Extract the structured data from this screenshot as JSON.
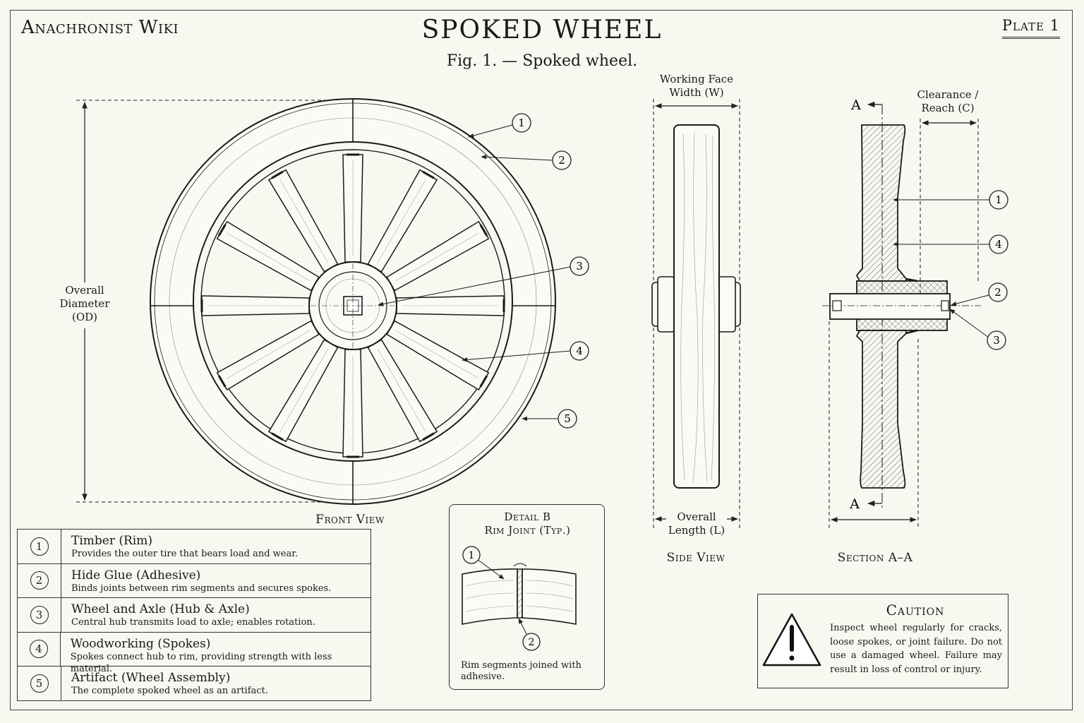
{
  "header": {
    "brand": "Anachronist Wiki",
    "title": "SPOKED WHEEL",
    "subtitle": "Fig. 1. — Spoked wheel.",
    "plate": "Plate 1"
  },
  "dimensions": {
    "overall_diameter": [
      "Overall",
      "Diameter",
      "(OD)"
    ],
    "working_face_width": [
      "Working Face",
      "Width (W)"
    ],
    "overall_length": [
      "Overall",
      "Length (L)"
    ],
    "clearance_reach": [
      "Clearance /",
      "Reach (C)"
    ]
  },
  "views": {
    "front": "Front View",
    "side": "Side View",
    "section": "Section A–A",
    "section_marker": "A"
  },
  "callouts": {
    "front": [
      "1",
      "2",
      "3",
      "4",
      "5"
    ],
    "section": [
      "1",
      "4",
      "2",
      "3"
    ],
    "detail": [
      "1",
      "2"
    ]
  },
  "legend": [
    {
      "num": "1",
      "name": "Timber (Rim)",
      "desc": "Provides the outer tire that bears load and wear."
    },
    {
      "num": "2",
      "name": "Hide Glue (Adhesive)",
      "desc": "Binds joints between rim segments and secures spokes."
    },
    {
      "num": "3",
      "name": "Wheel and Axle (Hub & Axle)",
      "desc": "Central hub transmits load to axle; enables rotation."
    },
    {
      "num": "4",
      "name": "Woodworking (Spokes)",
      "desc": "Spokes connect hub to rim, providing strength with less material."
    },
    {
      "num": "5",
      "name": "Artifact (Wheel Assembly)",
      "desc": "The complete spoked wheel as an artifact."
    }
  ],
  "detail": {
    "title_line1": "Detail B",
    "title_line2": "Rim Joint (Typ.)",
    "note": "Rim segments joined with adhesive."
  },
  "caution": {
    "title": "Caution",
    "icon": "warning-triangle-icon",
    "text": "Inspect wheel regularly for cracks, loose spokes, or joint failure. Do not use a damaged wheel. Failure may result in loss of control or injury."
  },
  "colors": {
    "paper": "#f8f7f0",
    "ink": "#1a1a1a"
  }
}
